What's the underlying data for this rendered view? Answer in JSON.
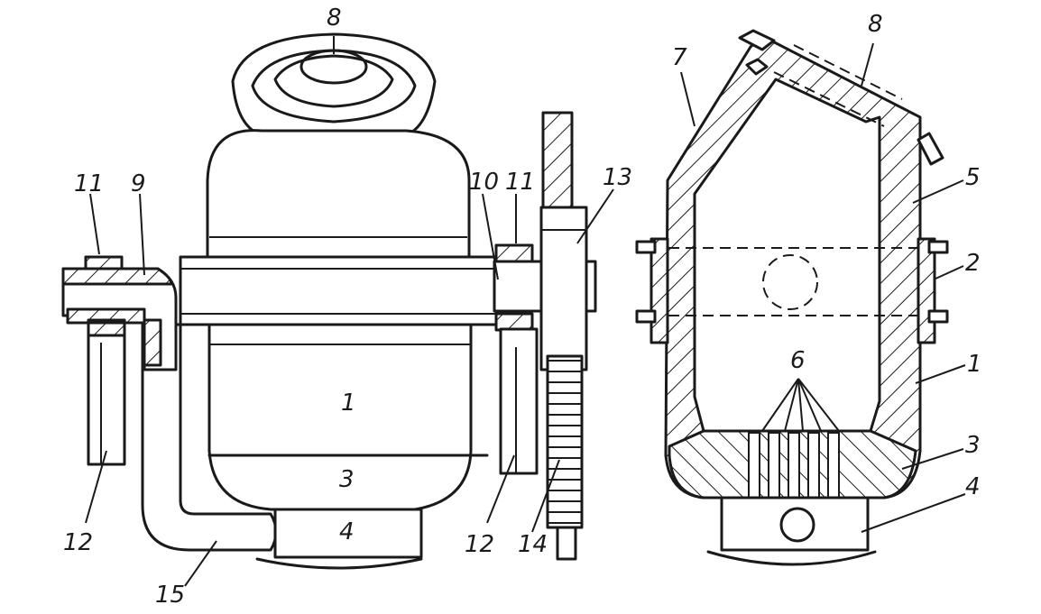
{
  "labels": {
    "left_1": "1",
    "left_3": "3",
    "left_4": "4",
    "left_8": "8",
    "left_9": "9",
    "left_10": "10",
    "left_11a": "11",
    "left_11b": "11",
    "left_12a": "12",
    "left_12b": "12",
    "left_13": "13",
    "left_14": "14",
    "left_15": "15",
    "right_1": "1",
    "right_2": "2",
    "right_3": "3",
    "right_4": "4",
    "right_5": "5",
    "right_6": "6",
    "right_7": "7",
    "right_8": "8"
  }
}
